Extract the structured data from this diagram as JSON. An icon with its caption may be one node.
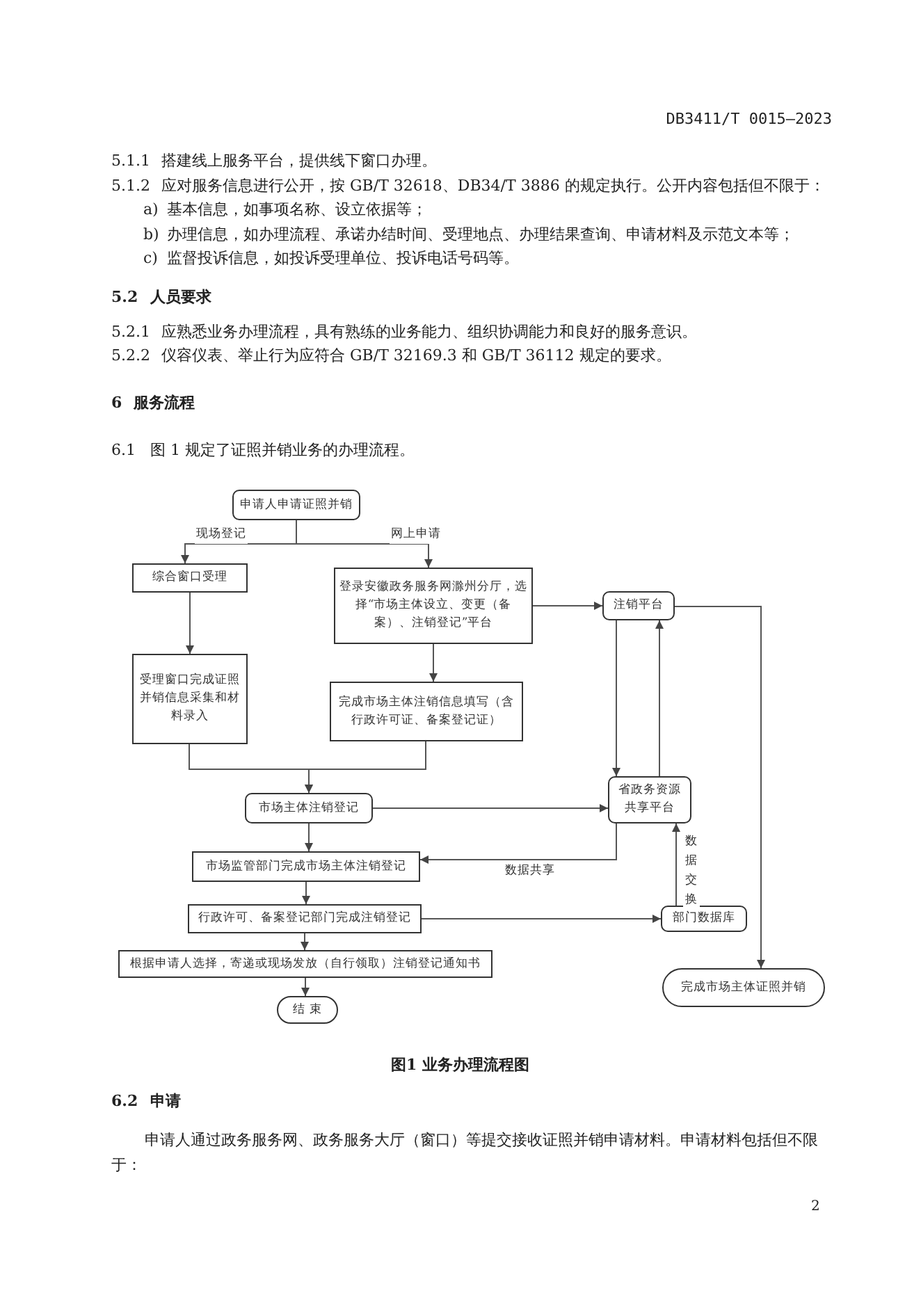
{
  "diagram": {
    "caption": "图1 业务办理流程图",
    "nodes": [
      {
        "text": [
          "申请人申请证照并销"
        ]
      },
      {
        "text": [
          "综合窗口受理"
        ]
      },
      {
        "text": [
          "登录安徽政务服务网滁州分厅，选择“市场主体设立、变更（备案）、注销登记”平台"
        ]
      },
      {
        "text": [
          "注销平台"
        ]
      },
      {
        "text": [
          "受理窗口完成证照并销信息采集和材料录入"
        ]
      },
      {
        "text": [
          "完成市场主体注销信息填写（含行政许可证、备案登记证）"
        ]
      },
      {
        "text": [
          "市场主体注销登记"
        ]
      },
      {
        "text": [
          "省政务资源共享平台"
        ]
      },
      {
        "text": [
          "市场监管部门完成市场主体注销登记"
        ]
      },
      {
        "text": [
          "行政许可、备案登记部门完成注销登记"
        ]
      },
      {
        "text": [
          "部门数据库"
        ]
      },
      {
        "text": [
          "根据申请人选择，寄递或现场发放（自行领取）注销登记通知书"
        ]
      },
      {
        "text": [
          "结 束"
        ]
      },
      {
        "text": [
          "完成市场主体证照并销"
        ]
      }
    ],
    "edges": [
      {
        "from": 0,
        "to": 1,
        "arrow": "to",
        "label": "现场登记"
      },
      {
        "from": 0,
        "to": 2,
        "arrow": "to",
        "label": "网上申请"
      },
      {
        "from": 1,
        "to": 4,
        "arrow": "to"
      },
      {
        "from": 2,
        "to": 3,
        "arrow": "to"
      },
      {
        "from": 2,
        "to": 5,
        "arrow": "to"
      },
      {
        "from": 4,
        "to": 6,
        "arrow": "to"
      },
      {
        "from": 5,
        "to": 6,
        "arrow": "to"
      },
      {
        "from": 3,
        "to": 7,
        "arrow": "to"
      },
      {
        "from": 7,
        "to": 3,
        "arrow": "to"
      },
      {
        "from": 3,
        "to": 13,
        "arrow": "to"
      },
      {
        "from": 6,
        "to": 7,
        "arrow": "to"
      },
      {
        "from": 6,
        "to": 8,
        "arrow": "to"
      },
      {
        "from": 7,
        "to": 8,
        "arrow": "to",
        "label": "数据共享"
      },
      {
        "from": 8,
        "to": 9,
        "arrow": "to"
      },
      {
        "from": 9,
        "to": 10,
        "arrow": "to"
      },
      {
        "from": 10,
        "to": 7,
        "arrow": "to",
        "label": "数据交换"
      },
      {
        "from": 9,
        "to": 11,
        "arrow": "to"
      },
      {
        "from": 11,
        "to": 12,
        "arrow": "to"
      }
    ],
    "labels": [
      "DB3411/T 0015—2023",
      "5.1.1",
      "搭建线上服务平台，提供线下窗口办理。",
      "5.1.2",
      "应对服务信息进行公开，按 GB/T 32618、DB34/T 3886 的规定执行。公开内容包括但不限于：",
      "a)",
      "基本信息，如事项名称、设立依据等；",
      "b)",
      "办理信息，如办理流程、承诺办结时间、受理地点、办理结果查询、申请材料及示范文本等；",
      "c)",
      "监督投诉信息，如投诉受理单位、投诉电话号码等。",
      "5.2",
      "人员要求",
      "5.2.1",
      "应熟悉业务办理流程，具有熟练的业务能力、组织协调能力和良好的服务意识。",
      "5.2.2",
      "仪容仪表、举止行为应符合 GB/T 32169.3 和 GB/T 36112 规定的要求。",
      "6",
      "服务流程",
      "6.1",
      "图 1 规定了证照并销业务的办理流程。",
      "6.2",
      "申请",
      "申请人通过政务服务网、政务服务大厅（窗口）等提交接收证照并销申请材料。申请材料包括但不限于：",
      "2"
    ]
  }
}
